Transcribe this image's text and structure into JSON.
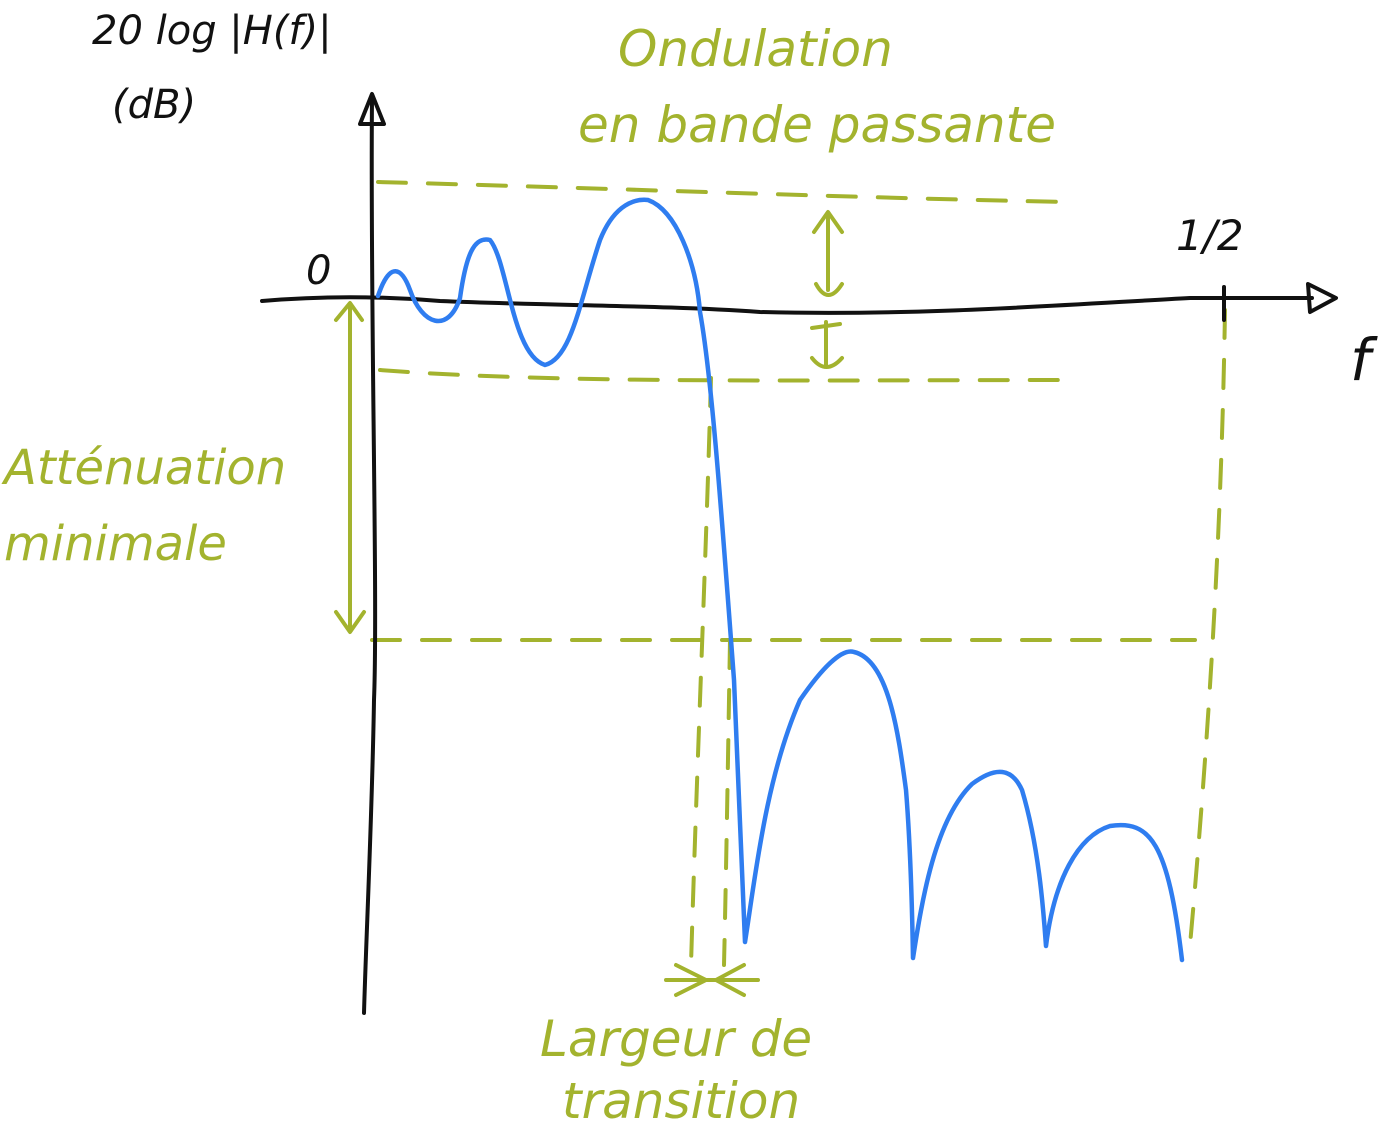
{
  "diagram": {
    "y_axis_label_line1": "20 log |H(f)|",
    "y_axis_label_line2": "(dB)",
    "x_axis_label": "f",
    "origin_label": "0",
    "nyquist_label": "1/2",
    "ripple_label_line1": "Ondulation",
    "ripple_label_line2": "en bande passante",
    "attenuation_label_line1": "Atténuation",
    "attenuation_label_line2": "minimale",
    "transition_label_line1": "Largeur de",
    "transition_label_line2": "transition"
  },
  "colors": {
    "axis": "#111111",
    "annotation": "#a3b32e",
    "response_curve": "#2f7df0"
  }
}
